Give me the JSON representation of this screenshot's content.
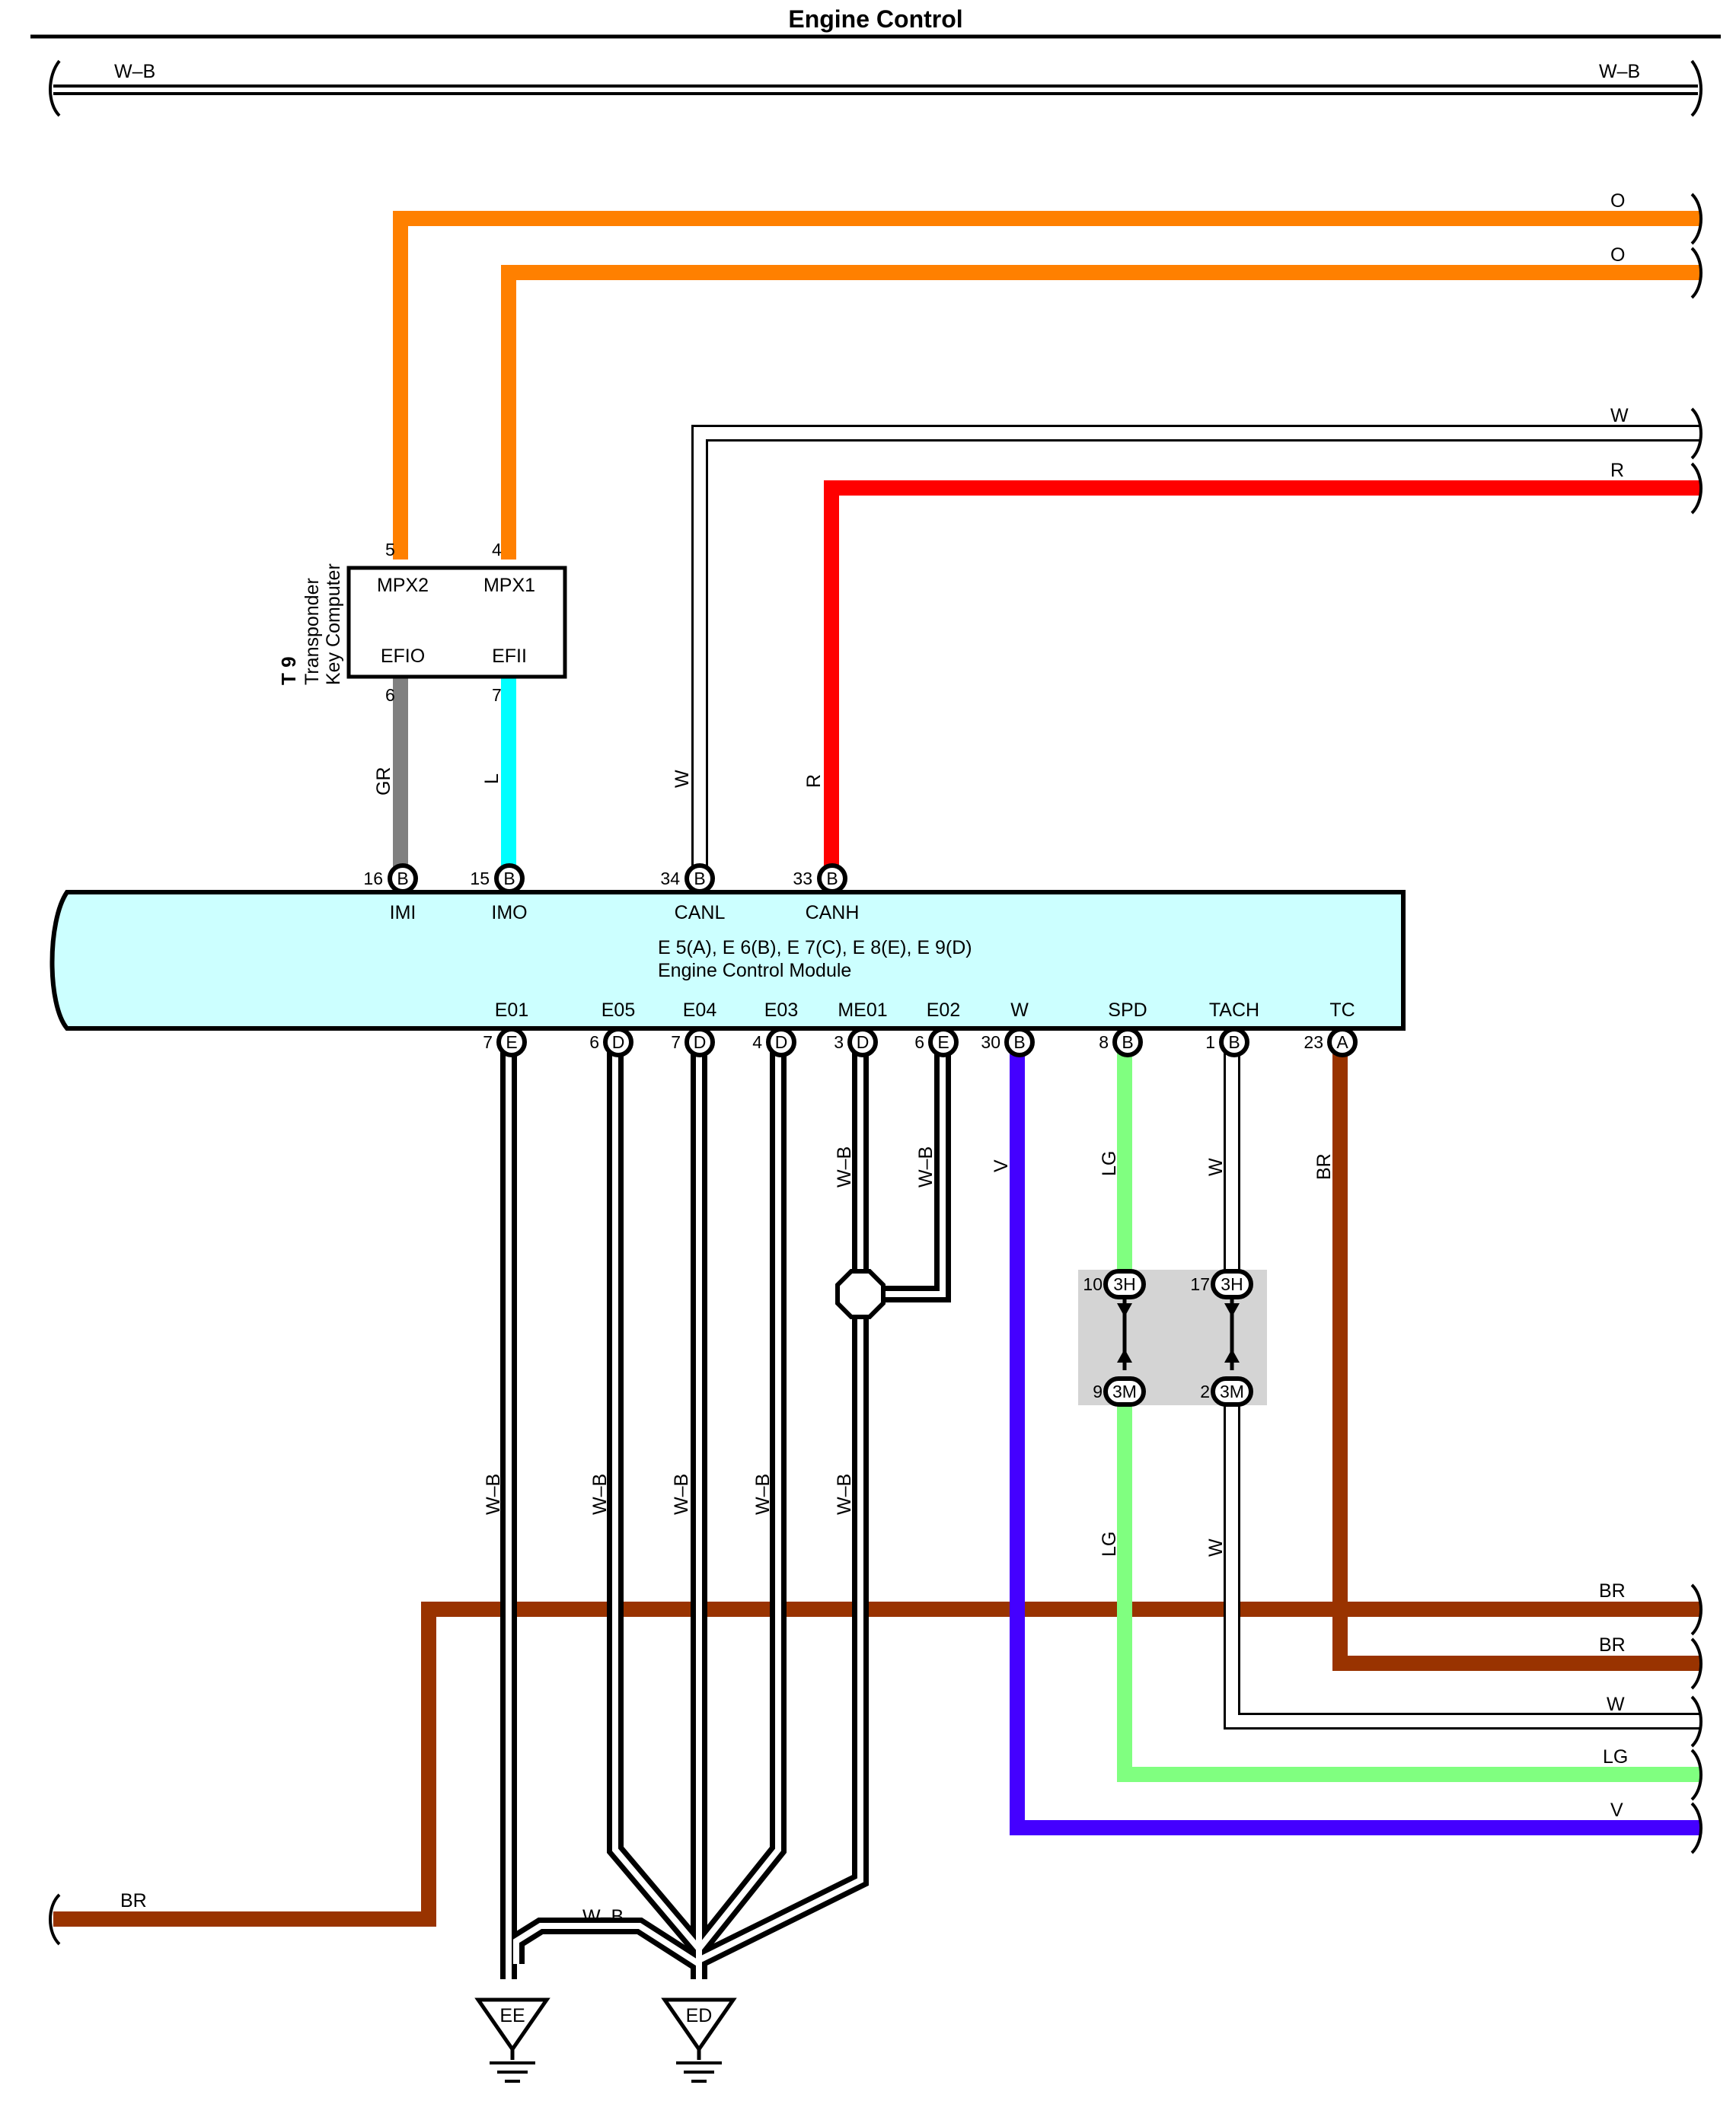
{
  "title": "Engine Control",
  "bus": {
    "left_label": "W–B",
    "right_label": "W–B"
  },
  "colors": {
    "O": "#ff8000",
    "W": "#ffffff",
    "R": "#ff0000",
    "GR": "#808080",
    "L": "#00ffff",
    "BR": "#993300",
    "V": "#4400ff",
    "LG": "#80ff80",
    "WB": "#000000",
    "ecm_fill": "#ccffff",
    "junction_fill": "#d4d4d4"
  },
  "transponder": {
    "ref": "T 9",
    "name_line1": "Transponder",
    "name_line2": "Key Computer",
    "pins": [
      {
        "num": "5",
        "label": "MPX2",
        "wire": "O"
      },
      {
        "num": "4",
        "label": "MPX1",
        "wire": "O"
      },
      {
        "num": "6",
        "label": "EFIO",
        "wire": "GR"
      },
      {
        "num": "7",
        "label": "EFII",
        "wire": "L"
      }
    ]
  },
  "ecm": {
    "ref": "E 5(A), E 6(B), E 7(C), E 8(E), E 9(D)",
    "name": "Engine Control Module",
    "top_pins": [
      {
        "num": "16",
        "conn": "B",
        "label": "IMI",
        "wire": "GR"
      },
      {
        "num": "15",
        "conn": "B",
        "label": "IMO",
        "wire": "L"
      },
      {
        "num": "34",
        "conn": "B",
        "label": "CANL",
        "wire": "W"
      },
      {
        "num": "33",
        "conn": "B",
        "label": "CANH",
        "wire": "R"
      }
    ],
    "bottom_pins": [
      {
        "num": "7",
        "conn": "E",
        "label": "E01",
        "wire": "W–B"
      },
      {
        "num": "6",
        "conn": "D",
        "label": "E05",
        "wire": "W–B"
      },
      {
        "num": "7",
        "conn": "D",
        "label": "E04",
        "wire": "W–B"
      },
      {
        "num": "4",
        "conn": "D",
        "label": "E03",
        "wire": "W–B"
      },
      {
        "num": "3",
        "conn": "D",
        "label": "ME01",
        "wire": "W–B"
      },
      {
        "num": "6",
        "conn": "E",
        "label": "E02",
        "wire": "W–B"
      },
      {
        "num": "30",
        "conn": "B",
        "label": "W",
        "wire": "V"
      },
      {
        "num": "8",
        "conn": "B",
        "label": "SPD",
        "wire": "LG"
      },
      {
        "num": "1",
        "conn": "B",
        "label": "TACH",
        "wire": "W"
      },
      {
        "num": "23",
        "conn": "A",
        "label": "TC",
        "wire": "BR"
      }
    ]
  },
  "junction": {
    "pins": [
      {
        "top_num": "10",
        "top_conn": "3H",
        "bottom_num": "9",
        "bottom_conn": "3M",
        "wire": "LG"
      },
      {
        "top_num": "17",
        "top_conn": "3H",
        "bottom_num": "2",
        "bottom_conn": "3M",
        "wire": "W"
      }
    ]
  },
  "right_wires": [
    {
      "label": "O"
    },
    {
      "label": "O"
    },
    {
      "label": "W"
    },
    {
      "label": "R"
    },
    {
      "label": "BR"
    },
    {
      "label": "BR"
    },
    {
      "label": "W"
    },
    {
      "label": "LG"
    },
    {
      "label": "V"
    }
  ],
  "left_wires": [
    {
      "label": "BR"
    }
  ],
  "ground_link_label": "W–B",
  "grounds": [
    {
      "label": "EE"
    },
    {
      "label": "ED"
    }
  ]
}
